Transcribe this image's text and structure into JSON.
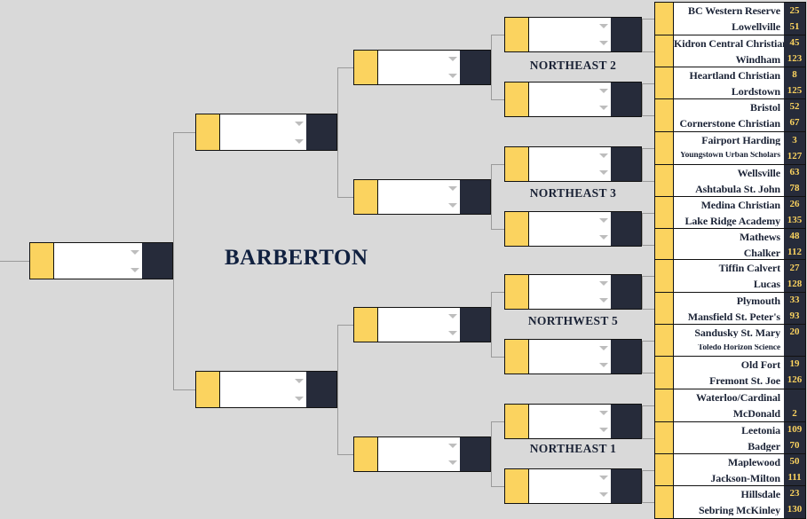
{
  "center_title": "BARBERTON",
  "colors": {
    "background": "#d9d9d9",
    "accent_gold": "#fbd35f",
    "navy": "#262b3a",
    "text_navy": "#1b2336",
    "score_text": "#fbd35f",
    "connector": "#9a9a9a",
    "border": "#111111"
  },
  "regions": [
    {
      "label": "NORTHEAST 2"
    },
    {
      "label": "NORTHEAST 3"
    },
    {
      "label": "NORTHWEST 5"
    },
    {
      "label": "NORTHEAST 1"
    }
  ],
  "matchups": [
    {
      "teams": [
        {
          "name": "BC Western Reserve",
          "score": "25"
        },
        {
          "name": "Lowellville",
          "score": "51"
        }
      ]
    },
    {
      "teams": [
        {
          "name": "Kidron Central Christian",
          "score": "45"
        },
        {
          "name": "Windham",
          "score": "123"
        }
      ]
    },
    {
      "teams": [
        {
          "name": "Heartland Christian",
          "score": "8"
        },
        {
          "name": "Lordstown",
          "score": "125"
        }
      ]
    },
    {
      "teams": [
        {
          "name": "Bristol",
          "score": "52"
        },
        {
          "name": "Cornerstone Christian",
          "score": "67"
        }
      ]
    },
    {
      "teams": [
        {
          "name": "Fairport Harding",
          "score": "3"
        },
        {
          "name": "Youngstown Urban Scholars",
          "score": "127",
          "small": true
        }
      ]
    },
    {
      "teams": [
        {
          "name": "Wellsville",
          "score": "63"
        },
        {
          "name": "Ashtabula St. John",
          "score": "78"
        }
      ]
    },
    {
      "teams": [
        {
          "name": "Medina Christian",
          "score": "26"
        },
        {
          "name": "Lake Ridge Academy",
          "score": "135"
        }
      ]
    },
    {
      "teams": [
        {
          "name": "Mathews",
          "score": "48"
        },
        {
          "name": "Chalker",
          "score": "112"
        }
      ]
    },
    {
      "teams": [
        {
          "name": "Tiffin Calvert",
          "score": "27"
        },
        {
          "name": "Lucas",
          "score": "128"
        }
      ]
    },
    {
      "teams": [
        {
          "name": "Plymouth",
          "score": "33"
        },
        {
          "name": "Mansfield St. Peter's",
          "score": "93"
        }
      ]
    },
    {
      "teams": [
        {
          "name": "Sandusky St. Mary",
          "score": "20"
        },
        {
          "name": "Toledo Horizon Science",
          "score": "",
          "small": true
        }
      ]
    },
    {
      "teams": [
        {
          "name": "Old Fort",
          "score": "19"
        },
        {
          "name": "Fremont St. Joe",
          "score": "126"
        }
      ]
    },
    {
      "teams": [
        {
          "name": "Waterloo/Cardinal",
          "score": ""
        },
        {
          "name": "McDonald",
          "score": "2"
        }
      ]
    },
    {
      "teams": [
        {
          "name": "Leetonia",
          "score": "109"
        },
        {
          "name": "Badger",
          "score": "70"
        }
      ]
    },
    {
      "teams": [
        {
          "name": "Maplewood",
          "score": "50"
        },
        {
          "name": "Jackson-Milton",
          "score": "111"
        }
      ]
    },
    {
      "teams": [
        {
          "name": "Hillsdale",
          "score": "23"
        },
        {
          "name": "Sebring McKinley",
          "score": "130"
        }
      ]
    }
  ],
  "advance_slots": {
    "round2_count": 8,
    "round3_count": 4,
    "round4_count": 2,
    "round5_count": 1
  }
}
